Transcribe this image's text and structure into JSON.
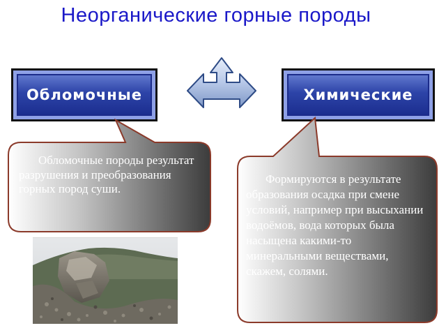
{
  "title": "Неорганические горные породы",
  "boxes": {
    "left": {
      "label": "Обломочные"
    },
    "right": {
      "label": "Химические"
    }
  },
  "bubbles": {
    "left": {
      "text": "Обломочные породы результат разрушения и преобразования горных пород суши."
    },
    "right": {
      "text": "Формируются в результате образования осадка при смене условий, например при высыхании водоёмов, вода которых была насыщена какими-то минеральными веществами, скажем, солями."
    }
  },
  "colors": {
    "title": "#1a18c8",
    "box": "#2d44a8",
    "bubble_border": "#8b3a2a"
  },
  "icons": {
    "arrow": "three-way-arrow-icon",
    "photo": "rock-outcrop-photo"
  }
}
